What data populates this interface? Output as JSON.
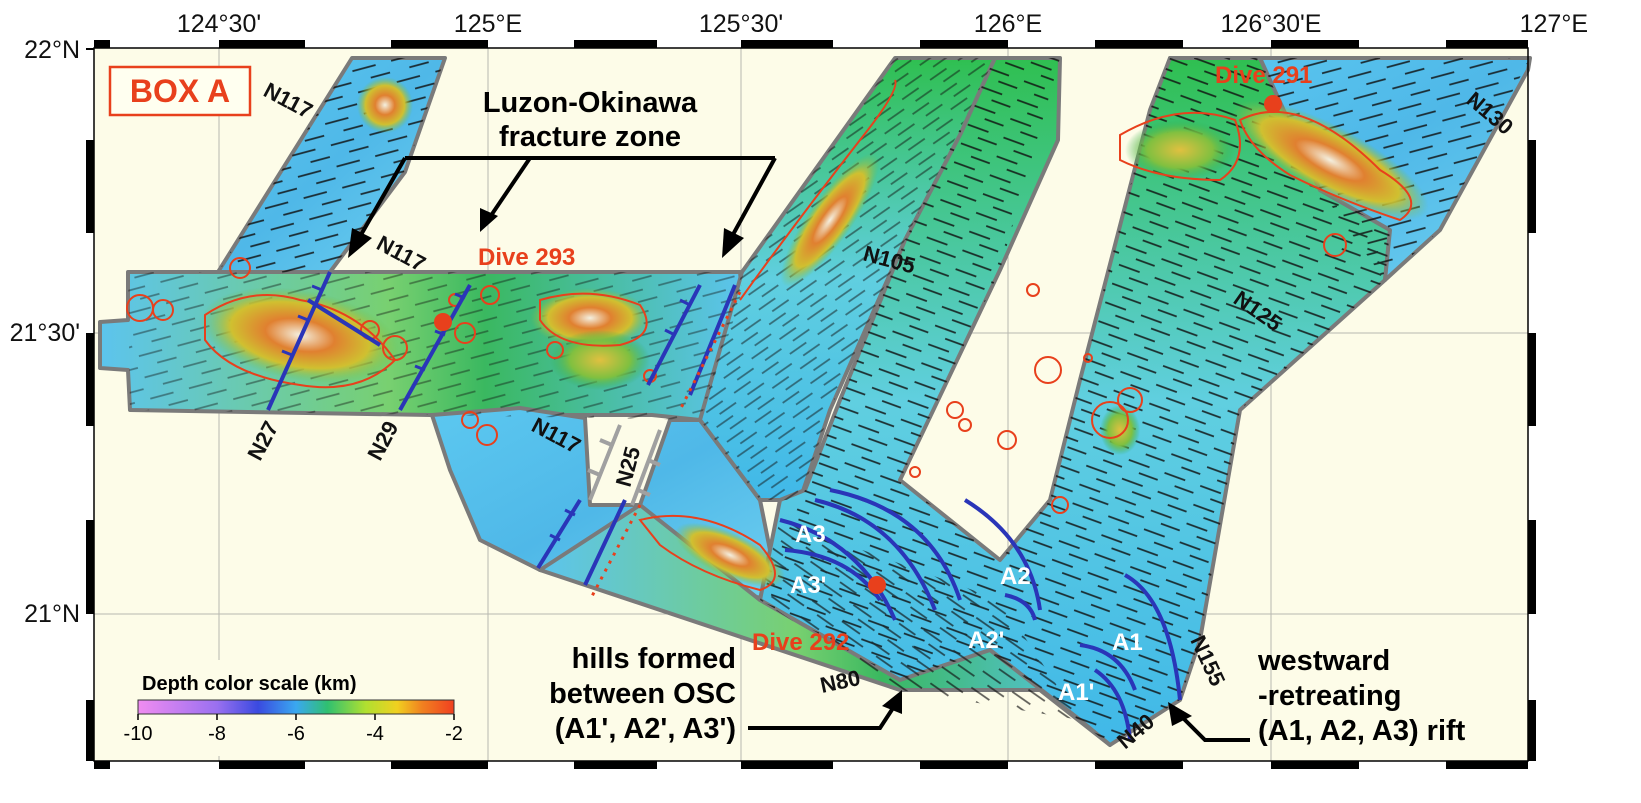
{
  "box_label": "BOX A",
  "axes": {
    "top": [
      "124°30'",
      "125°E",
      "125°30'",
      "126°E",
      "126°30'E",
      "127°E"
    ],
    "left": [
      "22°N",
      "21°30'",
      "21°N"
    ]
  },
  "annotations": {
    "fz_line1": "Luzon-Okinawa",
    "fz_line2": "fracture zone",
    "hills_line1": "hills formed",
    "hills_line2": "between OSC",
    "hills_line3": "(A1', A2', A3')",
    "rift_line1": "westward",
    "rift_line2": "-retreating",
    "rift_line3": "(A1, A2, A3) rift"
  },
  "dives": {
    "d291": "Dive 291",
    "d292": "Dive 292",
    "d293": "Dive 293"
  },
  "trend_labels": {
    "n117_a": "N117",
    "n117_b": "N117",
    "n117_c": "N117",
    "n105": "N105",
    "n125": "N125",
    "n130": "N130",
    "n27": "N27",
    "n29": "N29",
    "n25": "N25",
    "n80": "N80",
    "n155": "N155",
    "n40": "N40"
  },
  "segments": {
    "a1": "A1",
    "a1p": "A1'",
    "a2": "A2",
    "a2p": "A2'",
    "a3": "A3",
    "a3p": "A3'"
  },
  "depth_scale": {
    "title": "Depth color scale (km)",
    "ticks": [
      "-10",
      "-8",
      "-6",
      "-4",
      "-2"
    ],
    "colors": [
      "#f08cf0",
      "#b070f0",
      "#4a4ae0",
      "#3aa8f0",
      "#40d0e0",
      "#30c040",
      "#b0e030",
      "#f0d020",
      "#f08020",
      "#f04020"
    ]
  },
  "colors": {
    "background": "#fdfce8",
    "fault": "#2a35b8",
    "seamount_outline": "#e8401c",
    "survey_border": "#7a7a7a"
  }
}
